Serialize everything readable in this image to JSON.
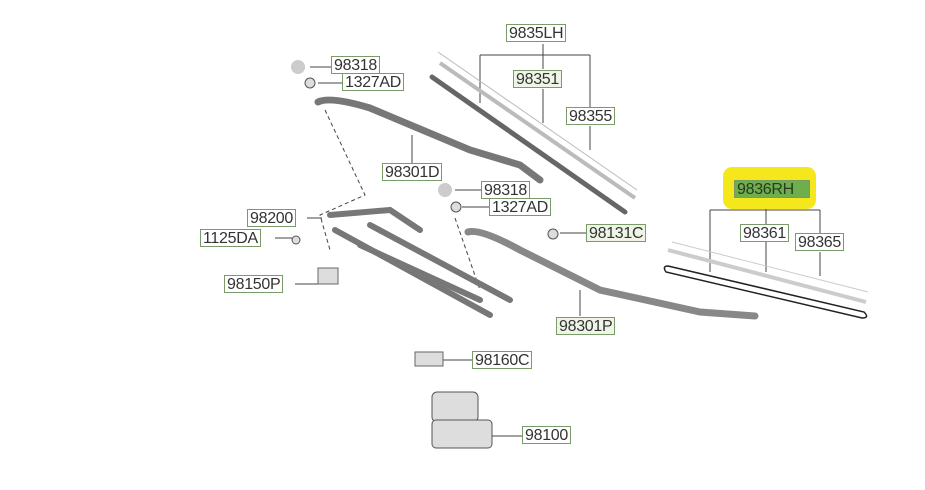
{
  "labels": {
    "l9835LH": "9835LH",
    "l98351": "98351",
    "l98355": "98355",
    "l98318a": "98318",
    "l1327ADa": "1327AD",
    "l98301D": "98301D",
    "l98318b": "98318",
    "l1327ADb": "1327AD",
    "l98200": "98200",
    "l1125DA": "1125DA",
    "l98131C": "98131C",
    "l9836RH": "9836RH",
    "l98361": "98361",
    "l98365": "98365",
    "l98150P": "98150P",
    "l98301P": "98301P",
    "l98160C": "98160C",
    "l98100": "98100"
  },
  "colors": {
    "highlight": "#f4e81c",
    "selected": "#6fae4d",
    "label_border": "#7a9a6a"
  }
}
